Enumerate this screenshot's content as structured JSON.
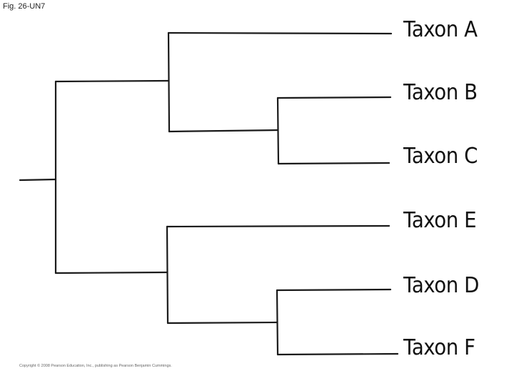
{
  "figure": {
    "label": "Fig. 26-UN7",
    "copyright": "Copyright © 2008 Pearson Education, Inc., publishing as Pearson Benjamin Cummings."
  },
  "tree": {
    "taxa": [
      {
        "id": "A",
        "label": "Taxon A"
      },
      {
        "id": "B",
        "label": "Taxon B"
      },
      {
        "id": "C",
        "label": "Taxon C"
      },
      {
        "id": "E",
        "label": "Taxon E"
      },
      {
        "id": "D",
        "label": "Taxon D"
      },
      {
        "id": "F",
        "label": "Taxon F"
      }
    ],
    "topology": "((A,(B,C)),(E,(D,F)))"
  }
}
